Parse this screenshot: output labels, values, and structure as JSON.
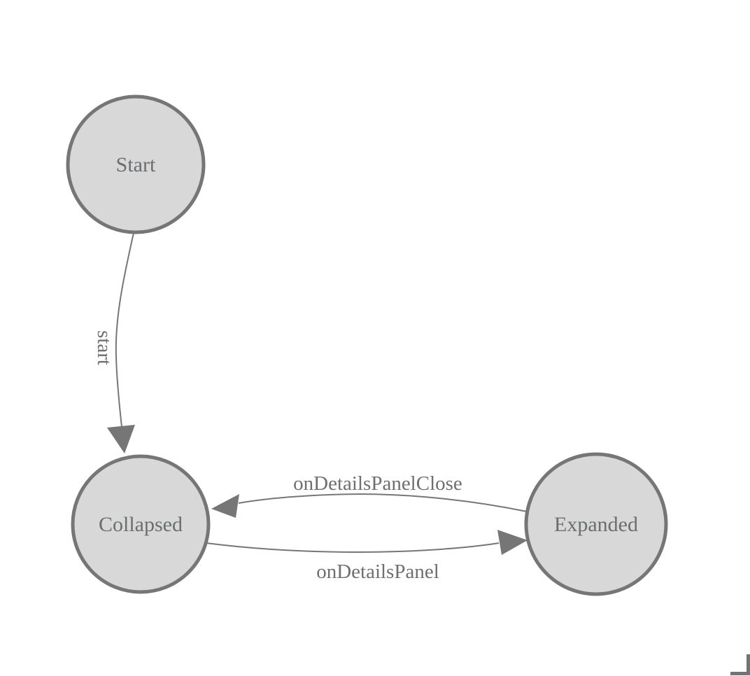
{
  "diagram": {
    "type": "state-machine",
    "background": "#ffffff",
    "colors": {
      "node_fill": "#d8d8d8",
      "node_border": "#767676",
      "edge_stroke": "#767676",
      "arrow_fill": "#767676",
      "label_text": "#6d6f71"
    },
    "nodes": [
      {
        "id": "start-node",
        "label": "Start"
      },
      {
        "id": "collapsed-node",
        "label": "Collapsed"
      },
      {
        "id": "expanded-node",
        "label": "Expanded"
      }
    ],
    "edges": [
      {
        "from": "Start",
        "to": "Collapsed",
        "label": "start"
      },
      {
        "from": "Expanded",
        "to": "Collapsed",
        "label": "onDetailsPanelClose"
      },
      {
        "from": "Collapsed",
        "to": "Expanded",
        "label": "onDetailsPanel"
      }
    ]
  }
}
